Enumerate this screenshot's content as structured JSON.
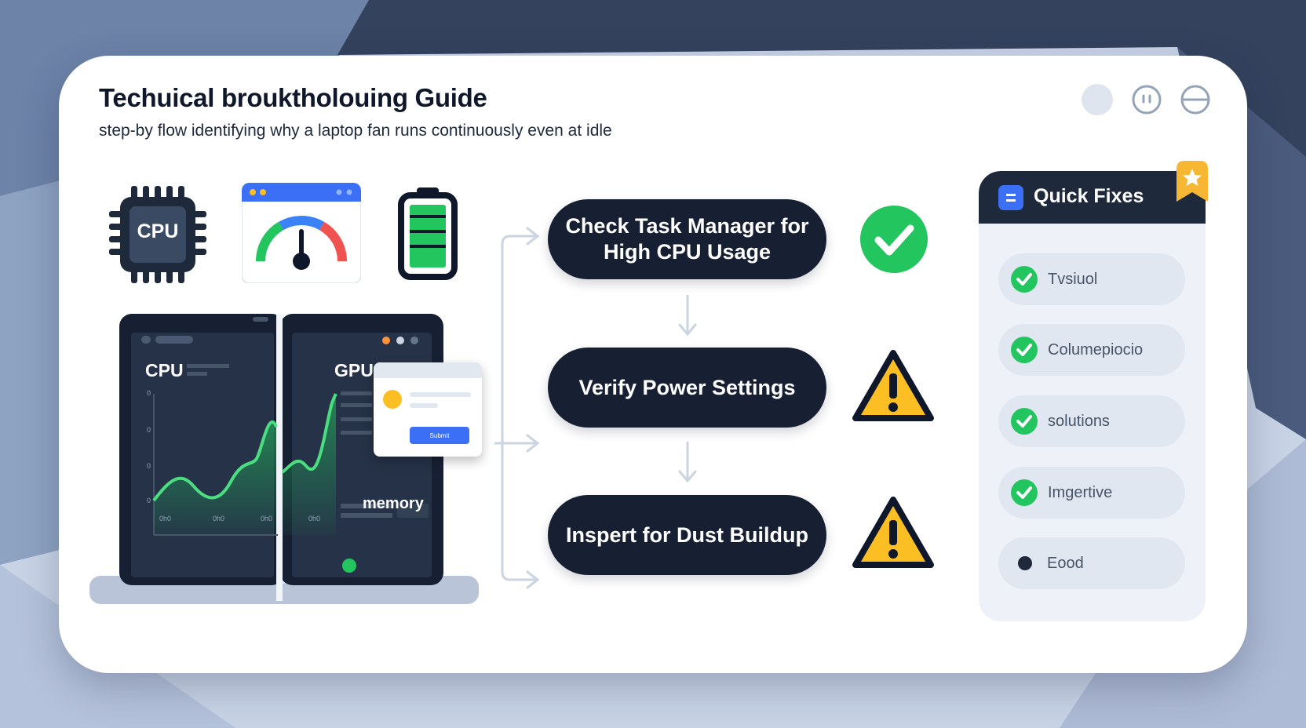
{
  "header": {
    "title": "Techuical brouktholouing Guide",
    "subtitle": "step-by flow identifying why a laptop fan runs continuously even at idle"
  },
  "hardware_icons": {
    "cpu_chip_label": "CPU"
  },
  "laptop": {
    "cpu_panel_label": "CPU",
    "gpu_panel_label": "GPU",
    "memory_legend": "memory",
    "popup_button": "Submit",
    "x_ticks": [
      "0h0",
      "0h0",
      "0h0",
      "0h0"
    ],
    "y_ticks": [
      "0",
      "0",
      "0",
      "0"
    ]
  },
  "flow": {
    "steps": [
      {
        "label": "Check Task Manager for High CPU Usage",
        "status": "ok"
      },
      {
        "label": "Verify Power Settings",
        "status": "warning"
      },
      {
        "label": "Inspert for Dust Buildup",
        "status": "warning"
      }
    ]
  },
  "quick_fixes": {
    "title": "Quick Fixes",
    "items": [
      {
        "label": "Tvsiuol",
        "done": true
      },
      {
        "label": "Columepiocio",
        "done": true
      },
      {
        "label": "solutions",
        "done": true
      },
      {
        "label": "Imgertive",
        "done": true
      },
      {
        "label": "Eood",
        "done": false
      }
    ]
  },
  "colors": {
    "navy": "#172033",
    "success": "#22c55e",
    "warning": "#fbbf24",
    "accent": "#3b6ff5",
    "ribbon": "#f7b733"
  }
}
